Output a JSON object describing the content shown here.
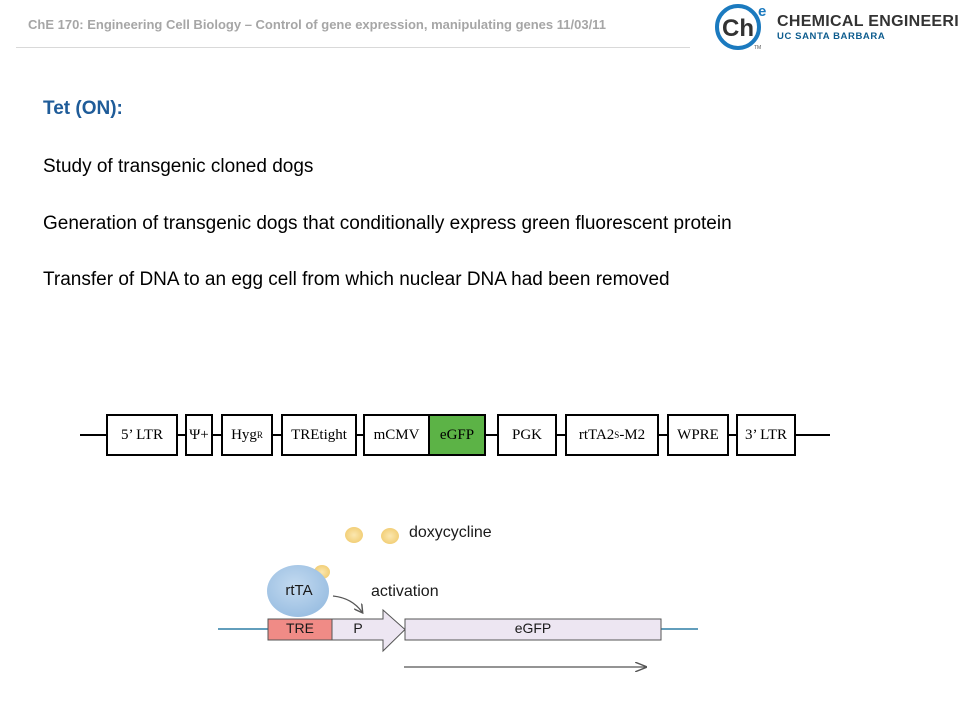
{
  "header": {
    "text": "ChE 170: Engineering Cell Biology – Control of gene expression, manipulating genes 11/03/11",
    "logo": {
      "mark": "Ch",
      "superscript": "e",
      "tm": "TM",
      "name": "CHEMICAL ENGINEERING",
      "sub": "UC SANTA BARBARA",
      "colors": {
        "ring": "#1b7abf",
        "text": "#333333",
        "sub": "#0d5c8e"
      }
    }
  },
  "slide": {
    "title": "Tet (ON):",
    "bullets": [
      "Study of transgenic cloned dogs",
      "Generation of transgenic dogs that conditionally express green fluorescent protein",
      "Transfer of DNA to an egg cell from which nuclear DNA had been removed"
    ]
  },
  "construct": {
    "elements": [
      {
        "label": "5’ LTR"
      },
      {
        "label": "Ψ+"
      },
      {
        "label": "Hyg",
        "sup": "R"
      },
      {
        "label": "TREtight"
      },
      {
        "label": "mCMV"
      },
      {
        "label": "eGFP",
        "highlight": "#5cb346"
      },
      {
        "label": "PGK"
      },
      {
        "label": "rtTA2",
        "sup": "S",
        "suffix": "-M2"
      },
      {
        "label": "WPRE"
      },
      {
        "label": "3’ LTR"
      }
    ]
  },
  "mechanism": {
    "doxycycline_label": "doxycycline",
    "activation_label": "activation",
    "rtta_label": "rtTA",
    "tre_label": "TRE",
    "promoter_label": "P",
    "gene_label": "eGFP",
    "colors": {
      "dox": "#f7d98c",
      "rtta": "#a9c8e8",
      "tre": "#f08b86",
      "promoter": "#ede6f2",
      "gene": "#ede6f2",
      "line": "#2e7fa6"
    }
  }
}
